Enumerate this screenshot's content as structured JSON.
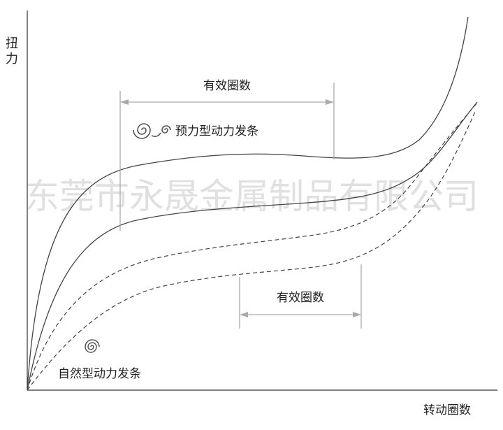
{
  "axes": {
    "y_label": "扭\n力",
    "x_label": "转动圈数"
  },
  "upper_range": {
    "label": "有效圈数"
  },
  "lower_range": {
    "label": "有效圈数"
  },
  "legend": {
    "preloaded": {
      "label": "预力型动力发条",
      "icon": "double-spiral-icon"
    },
    "natural": {
      "label": "自然型动力发条",
      "icon": "spiral-coil-icon"
    }
  },
  "watermark": "东莞市永晟金属制品有限公司",
  "colors": {
    "line": "#444444",
    "arrow": "#aaaaaa",
    "watermark": "#c8c8c8"
  }
}
